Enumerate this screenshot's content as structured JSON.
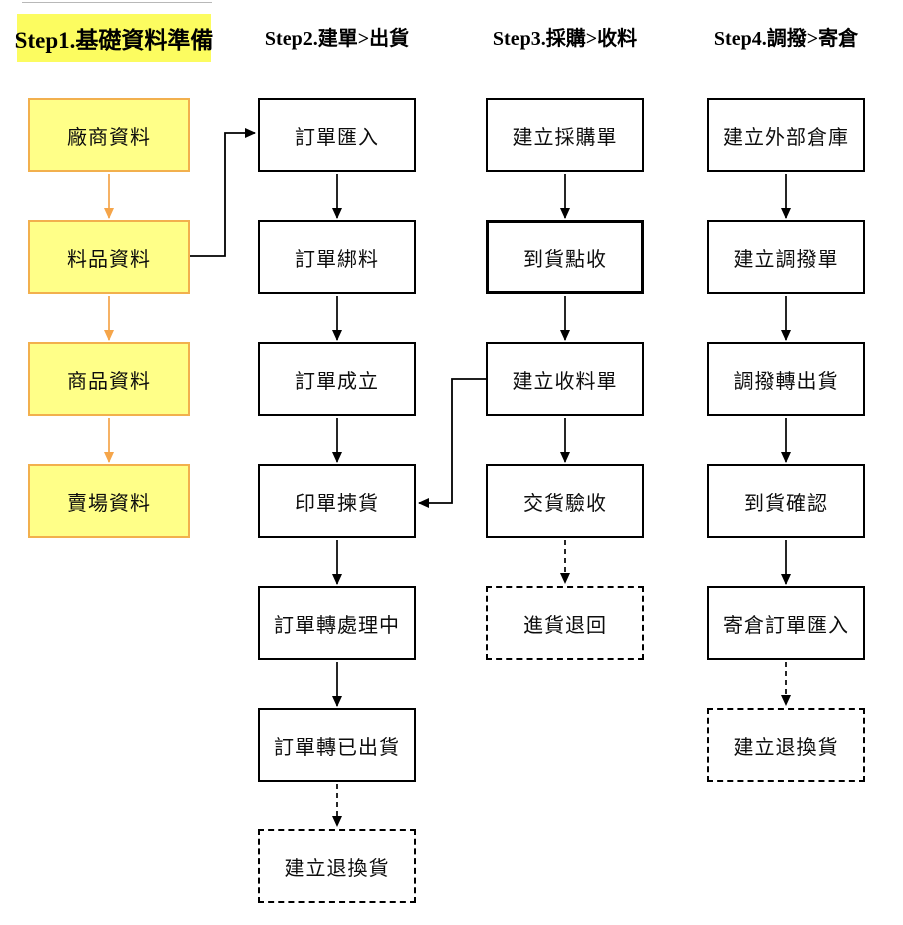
{
  "columns": [
    {
      "header": "Step1.基礎資料準備",
      "boxes": [
        {
          "label": "廠商資料"
        },
        {
          "label": "料品資料"
        },
        {
          "label": "商品資料"
        },
        {
          "label": "賣場資料"
        }
      ]
    },
    {
      "header": "Step2.建單>出貨",
      "boxes": [
        {
          "label": "訂單匯入"
        },
        {
          "label": "訂單綁料"
        },
        {
          "label": "訂單成立"
        },
        {
          "label": "印單揀貨"
        },
        {
          "label": "訂單轉處理中"
        },
        {
          "label": "訂單轉已出貨"
        },
        {
          "label": "建立退換貨"
        }
      ]
    },
    {
      "header": "Step3.採購>收料",
      "boxes": [
        {
          "label": "建立採購單"
        },
        {
          "label": "到貨點收"
        },
        {
          "label": "建立收料單"
        },
        {
          "label": "交貨驗收"
        },
        {
          "label": "進貨退回"
        }
      ]
    },
    {
      "header": "Step4.調撥>寄倉",
      "boxes": [
        {
          "label": "建立外部倉庫"
        },
        {
          "label": "建立調撥單"
        },
        {
          "label": "調撥轉出貨"
        },
        {
          "label": "到貨確認"
        },
        {
          "label": "寄倉訂單匯入"
        },
        {
          "label": "建立退換貨"
        }
      ]
    }
  ],
  "colors": {
    "background": "#FFFFFF",
    "header_highlight": "#FCFC60",
    "node_yellow_fill": "#FFFF88",
    "node_yellow_border": "#F2B04D",
    "orange_arrow": "#F5A54A",
    "node_border": "#000000"
  }
}
